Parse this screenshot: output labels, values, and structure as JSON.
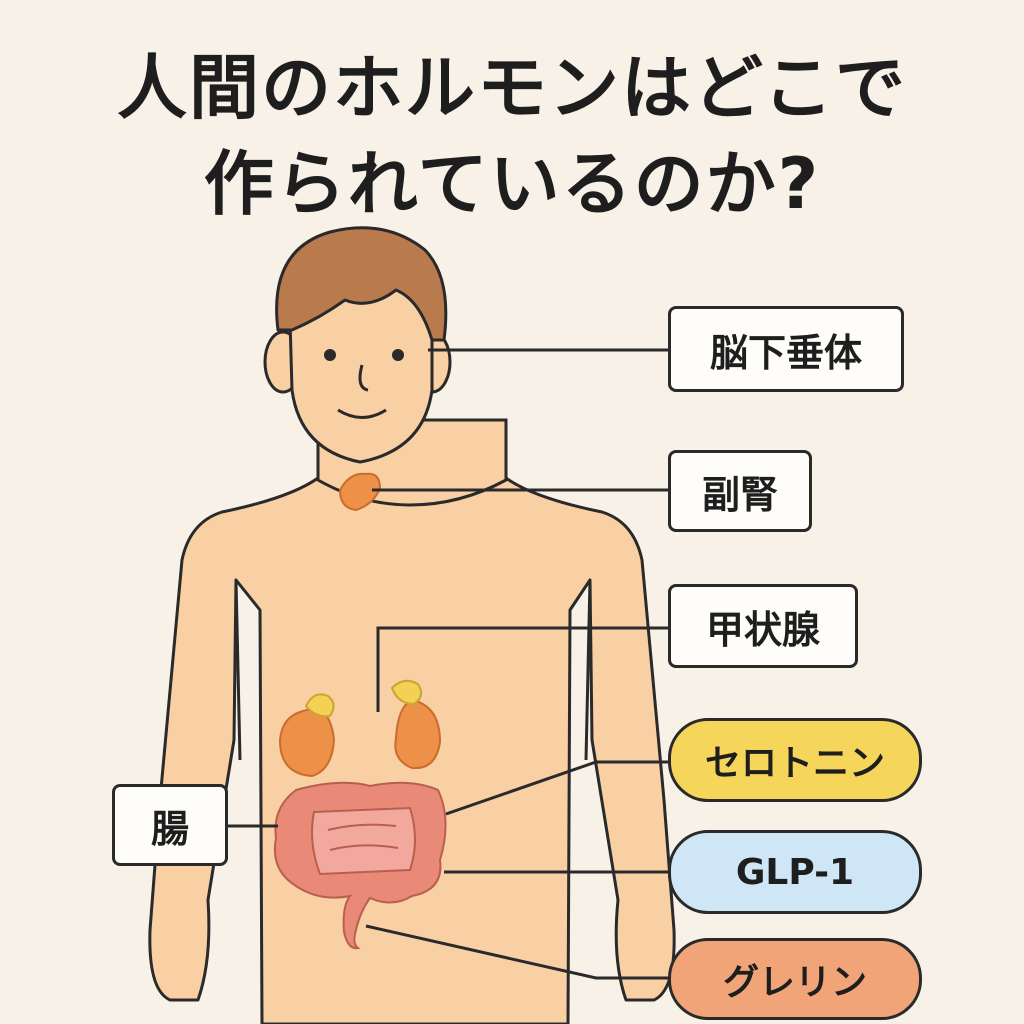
{
  "title": {
    "line1": "人間のホルモンはどこで",
    "line2": "作られているのか?"
  },
  "labels": {
    "pituitary": "脳下垂体",
    "adrenal": "副腎",
    "thyroid": "甲状腺",
    "intestine": "腸"
  },
  "hormones": {
    "serotonin": "セロトニン",
    "glp1": "GLP-1",
    "ghrelin": "グレリン"
  },
  "colors": {
    "background": "#f8f1e8",
    "skin": "#f9cfa4",
    "hair": "#b97a4e",
    "organ_orange": "#ee9148",
    "adrenal_yellow": "#f4d155",
    "intestine": "#e98a78",
    "intestine_inner": "#f2a89c",
    "serotonin_fill": "#f5d55a",
    "glp1_fill": "#cfe6f6",
    "ghrelin_fill": "#f0a477"
  }
}
